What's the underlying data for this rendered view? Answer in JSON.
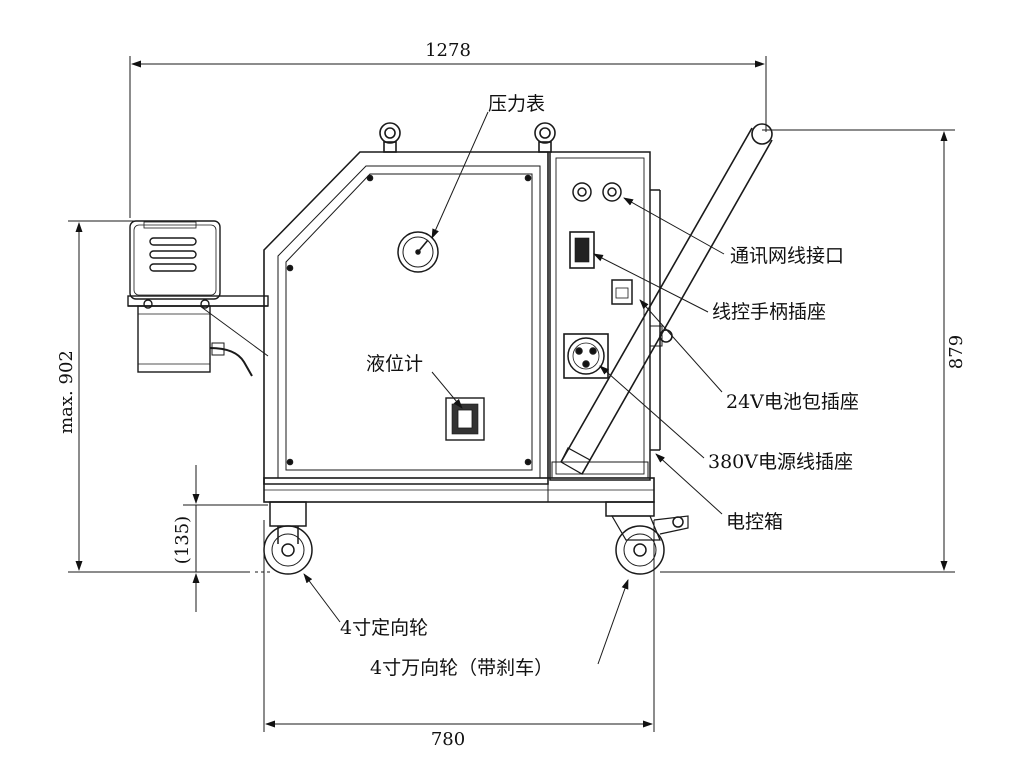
{
  "dimensions": {
    "overall_width": "1278",
    "base_width": "780",
    "height_right": "879",
    "height_left": "max. 902",
    "wheel_height": "(135)"
  },
  "labels": {
    "pressure_gauge": "压力表",
    "comm_port": "通讯网线接口",
    "wired_handle_socket": "线控手柄插座",
    "battery_socket": "24V电池包插座",
    "power_socket": "380V电源线插座",
    "control_box": "电控箱",
    "level_gauge": "液位计",
    "fixed_wheel": "4寸定向轮",
    "swivel_wheel": "4寸万向轮（带刹车）"
  }
}
